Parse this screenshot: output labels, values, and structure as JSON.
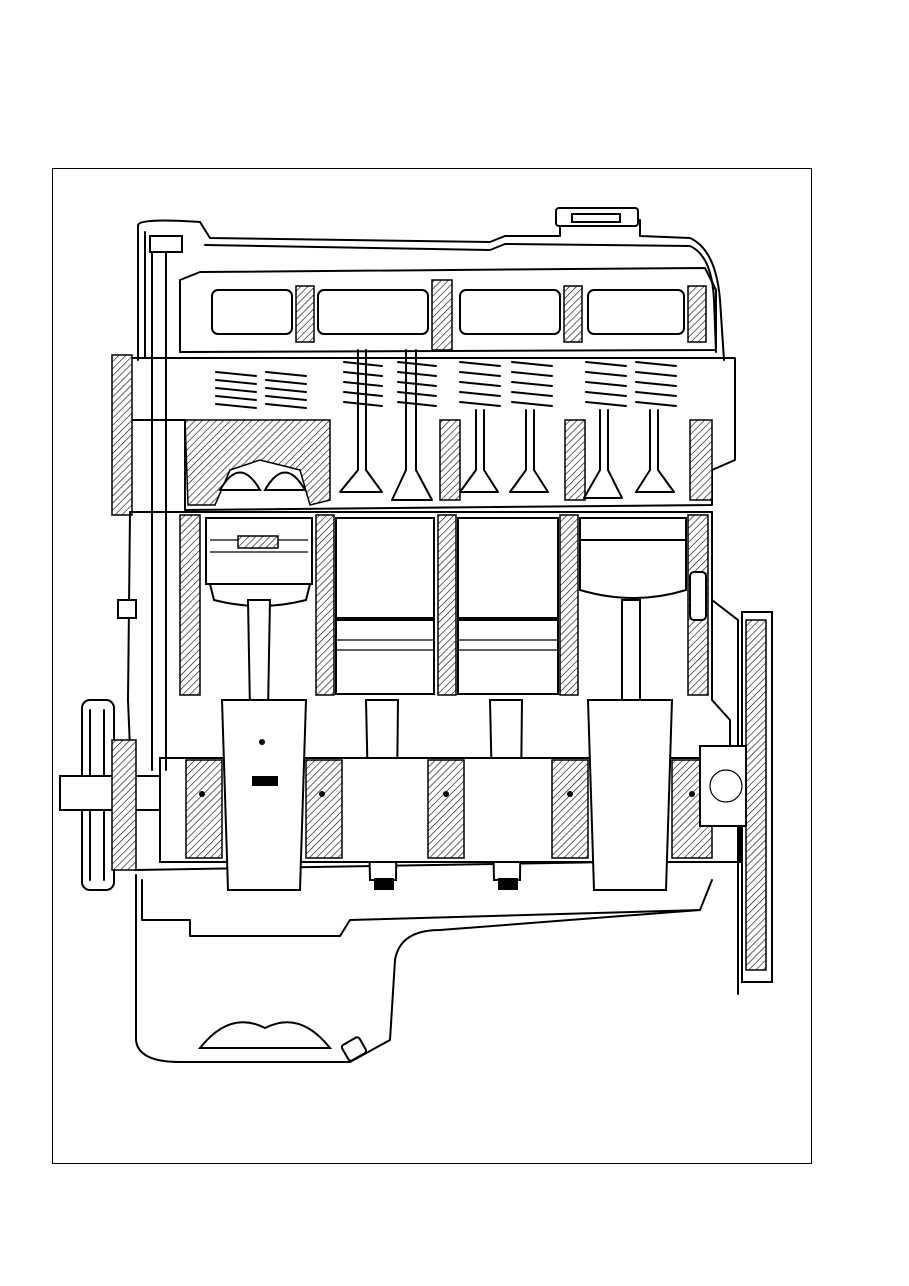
{
  "figure": {
    "subject": "engine-cutaway",
    "colors": {
      "ink": "#000000",
      "paper": "#ffffff"
    },
    "cylinders": [
      1,
      2,
      3,
      4
    ]
  }
}
